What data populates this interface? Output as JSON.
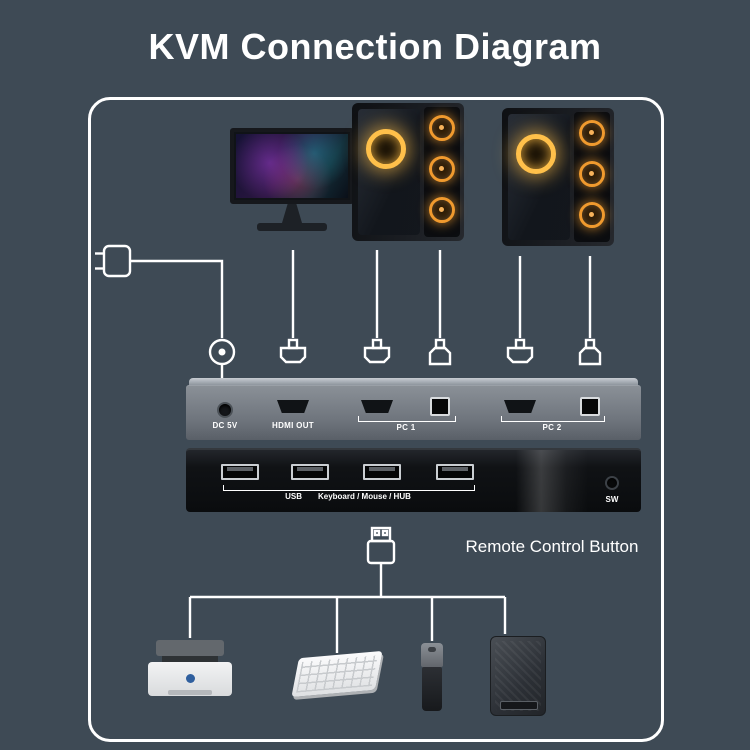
{
  "page": {
    "title": "KVM Connection Diagram"
  },
  "colors": {
    "bg": "#3E4A55",
    "wire": "#FFFFFF",
    "glow": "#F5A032"
  },
  "kvm_rear": {
    "dc_label": "DC 5V",
    "hdmi_out_label": "HDMI OUT",
    "pc1_label": "PC 1",
    "pc2_label": "PC 2"
  },
  "kvm_front": {
    "usb_label": "USB",
    "hub_label": "Keyboard / Mouse / HUB",
    "sw_label": "SW",
    "remote_label": "Remote Control Button"
  }
}
